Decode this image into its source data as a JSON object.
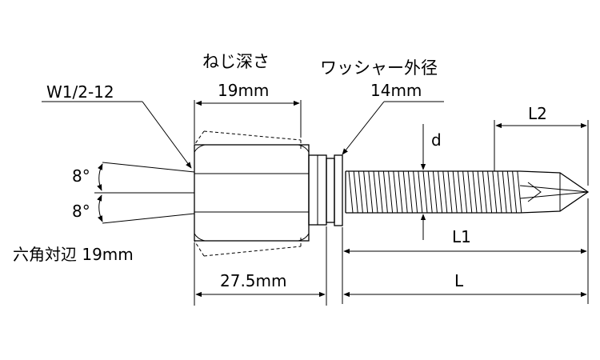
{
  "labels": {
    "thread_size": "W1/2-12",
    "thread_depth_title": "ねじ深さ",
    "thread_depth_value": "19mm",
    "washer_title": "ワッシャー外径",
    "washer_value": "14mm",
    "angle_top": "8°",
    "angle_bottom": "8°",
    "hex_across_flats": "六角対辺 19mm",
    "nut_length": "27.5mm",
    "d": "d",
    "L1": "L1",
    "L2": "L2",
    "L": "L"
  }
}
